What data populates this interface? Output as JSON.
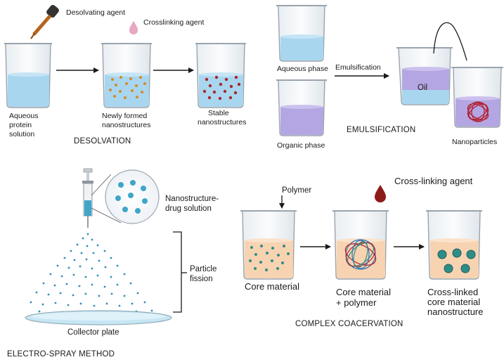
{
  "desolvation": {
    "title": "DESOLVATION",
    "desolvating_agent": "Desolvating agent",
    "crosslinking_agent": "Crosslinking agent",
    "beaker1": [
      "Aqueous",
      "protein",
      "solution"
    ],
    "beaker2": [
      "Newly formed",
      "nanostructures"
    ],
    "beaker3": [
      "Stable",
      "nanostructures"
    ]
  },
  "emulsification": {
    "title": "EMULSIFICATION",
    "aqueous_phase": "Aqueous phase",
    "organic_phase": "Organic phase",
    "arrow_label": "Emulsification",
    "oil_label": "Oil",
    "nanoparticles": "Nanoparticles"
  },
  "electrospray": {
    "title": "ELECTRO-SPRAY METHOD",
    "solution": [
      "Nanostructure-",
      "drug solution"
    ],
    "particle_fission": [
      "Particle",
      "fission"
    ],
    "collector_plate": "Collector plate"
  },
  "coacervation": {
    "title": "COMPLEX COACERVATION",
    "polymer": "Polymer",
    "cross_linking_agent": "Cross-linking agent",
    "core_material": "Core material",
    "core_polymer": [
      "Core material",
      "+ polymer"
    ],
    "crosslinked": [
      "Cross-linked",
      "core material",
      "nanostructure"
    ]
  },
  "colors": {
    "water": "#a9d6ef",
    "organic": "#b4a6e2",
    "core": "#f7d3b2",
    "dropper": "#b5651d",
    "drop_pink": "#e8a7c3",
    "drop_red": "#8e1b1b",
    "particle_teal": "#2e8d87",
    "particle_blue": "#3ea6c9"
  }
}
